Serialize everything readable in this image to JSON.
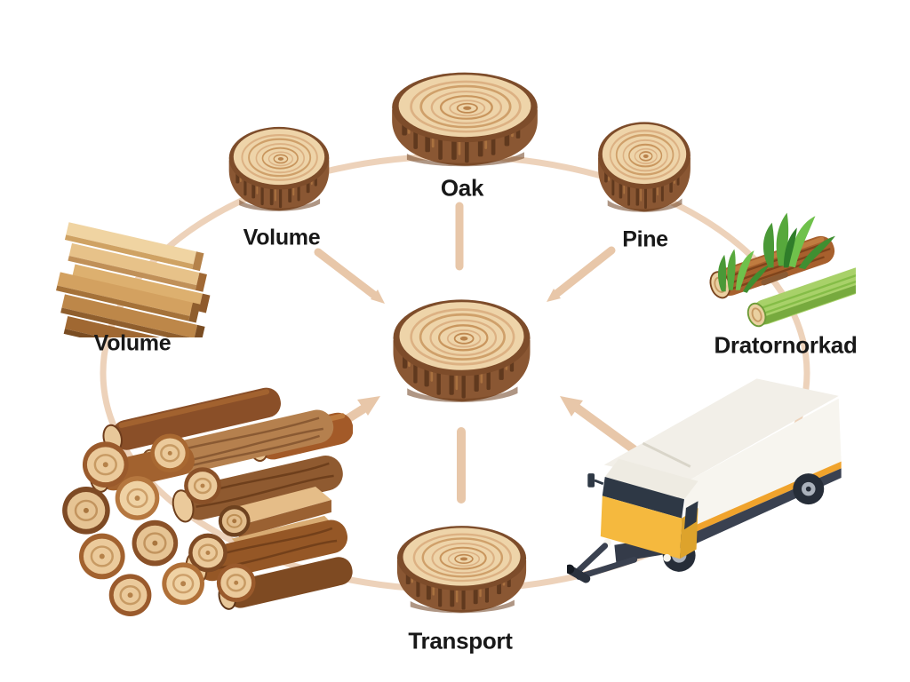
{
  "diagram": {
    "type": "cycle-diagram",
    "subject": "wood products and timber flow",
    "ring_color": "#edd2ba",
    "connector_color": "#e8c7a9",
    "label_color": "#181818",
    "background_color": "#ffffff"
  },
  "nodes": [
    {
      "id": "oak",
      "label": "Oak",
      "icon": "tree-stump-icon"
    },
    {
      "id": "volume-top",
      "label": "Volume",
      "icon": "tree-stump-icon"
    },
    {
      "id": "pine",
      "label": "Pine",
      "icon": "tree-stump-icon"
    },
    {
      "id": "volume-left",
      "label": "Volume",
      "icon": "lumber-stack-icon"
    },
    {
      "id": "dratornorkad",
      "label": "Dratornorkad",
      "icon": "green-logs-icon"
    },
    {
      "id": "center",
      "label": "",
      "icon": "tree-stump-icon"
    },
    {
      "id": "firewood",
      "label": "",
      "icon": "firewood-pile-icon"
    },
    {
      "id": "truck",
      "label": "",
      "icon": "box-truck-icon"
    },
    {
      "id": "transport",
      "label": "Transport",
      "icon": "tree-stump-icon"
    }
  ],
  "colors": {
    "stump_bark": "#8a5733",
    "stump_face": "#eed4a9",
    "truck_cab_yellow": "#f5b93e",
    "truck_box_white": "#f7f5ef",
    "green_log": "#a8d169",
    "grass_green": "#57a83c",
    "wood_brown": "#a2622f"
  }
}
